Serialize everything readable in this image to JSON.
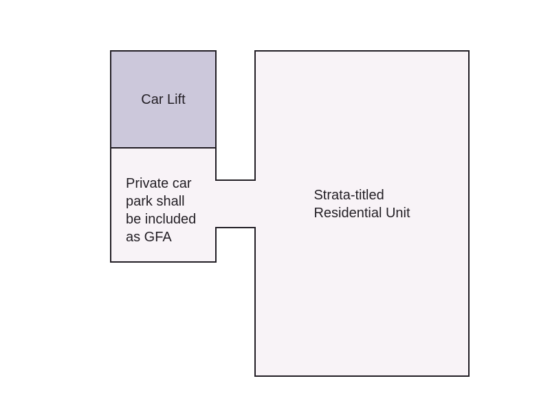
{
  "colors": {
    "background": "#ffffff",
    "outline": "#211d24",
    "car_lift_fill": "#ccc8db",
    "unit_fill": "#f8f3f7",
    "text": "#221e24"
  },
  "regions": {
    "car_lift": {
      "label": "Car Lift"
    },
    "private_car_park": {
      "label": "Private car park shall be included as GFA",
      "lines": [
        "Private car",
        "park shall",
        "be included",
        "as GFA"
      ]
    },
    "residential_unit": {
      "label": "Strata-titled Residential Unit",
      "lines": [
        "Strata-titled",
        "Residential Unit"
      ]
    }
  }
}
